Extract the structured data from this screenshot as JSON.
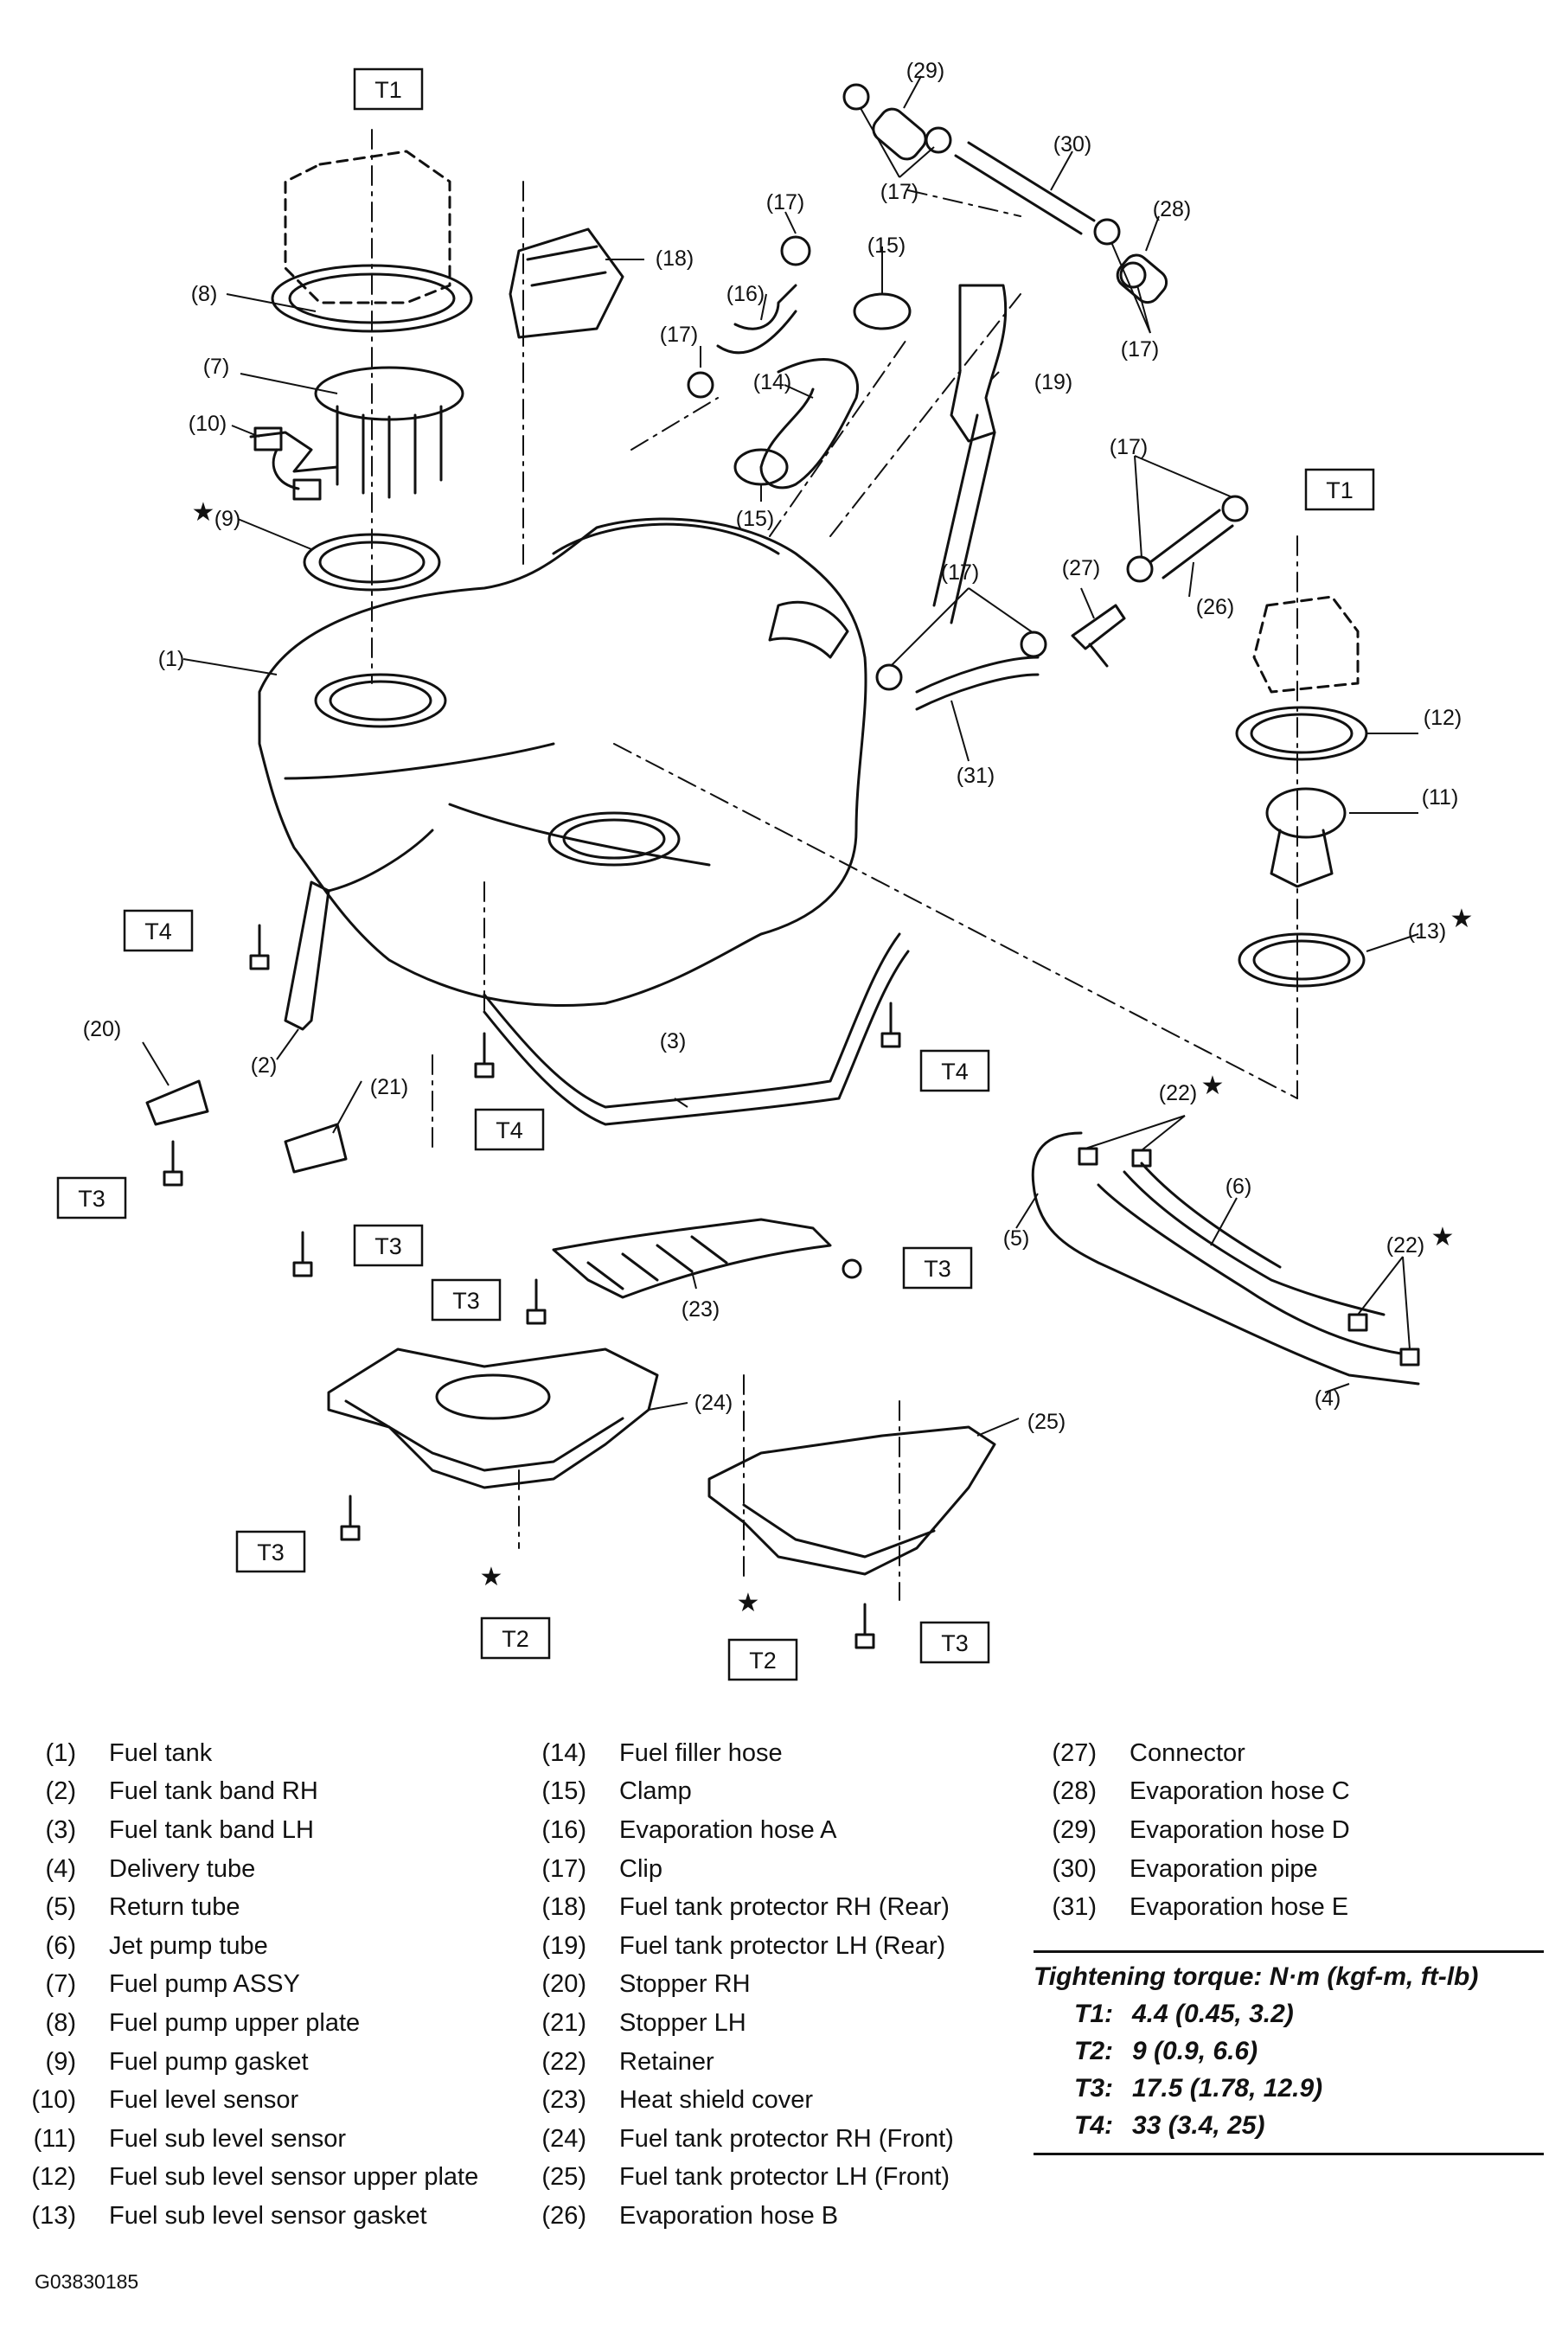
{
  "figure_id": "G03830185",
  "legend": [
    {
      "num": "(1)",
      "name": "Fuel tank"
    },
    {
      "num": "(2)",
      "name": "Fuel tank band RH"
    },
    {
      "num": "(3)",
      "name": "Fuel tank band LH"
    },
    {
      "num": "(4)",
      "name": "Delivery tube"
    },
    {
      "num": "(5)",
      "name": "Return tube"
    },
    {
      "num": "(6)",
      "name": "Jet pump tube"
    },
    {
      "num": "(7)",
      "name": "Fuel pump ASSY"
    },
    {
      "num": "(8)",
      "name": "Fuel pump upper plate"
    },
    {
      "num": "(9)",
      "name": "Fuel pump gasket"
    },
    {
      "num": "(10)",
      "name": "Fuel level sensor"
    },
    {
      "num": "(11)",
      "name": "Fuel sub level sensor"
    },
    {
      "num": "(12)",
      "name": "Fuel sub level sensor upper plate"
    },
    {
      "num": "(13)",
      "name": "Fuel sub level sensor gasket"
    },
    {
      "num": "(14)",
      "name": "Fuel filler hose"
    },
    {
      "num": "(15)",
      "name": "Clamp"
    },
    {
      "num": "(16)",
      "name": "Evaporation hose A"
    },
    {
      "num": "(17)",
      "name": "Clip"
    },
    {
      "num": "(18)",
      "name": "Fuel tank protector RH (Rear)"
    },
    {
      "num": "(19)",
      "name": "Fuel tank protector LH (Rear)"
    },
    {
      "num": "(20)",
      "name": "Stopper RH"
    },
    {
      "num": "(21)",
      "name": "Stopper LH"
    },
    {
      "num": "(22)",
      "name": "Retainer"
    },
    {
      "num": "(23)",
      "name": "Heat shield cover"
    },
    {
      "num": "(24)",
      "name": "Fuel tank protector RH (Front)"
    },
    {
      "num": "(25)",
      "name": "Fuel tank protector LH (Front)"
    },
    {
      "num": "(26)",
      "name": "Evaporation hose B"
    },
    {
      "num": "(27)",
      "name": "Connector"
    },
    {
      "num": "(28)",
      "name": "Evaporation hose C"
    },
    {
      "num": "(29)",
      "name": "Evaporation hose D"
    },
    {
      "num": "(30)",
      "name": "Evaporation pipe"
    },
    {
      "num": "(31)",
      "name": "Evaporation hose E"
    }
  ],
  "torque": {
    "heading": "Tightening torque: N·m (kgf-m, ft-lb)",
    "rows": [
      {
        "key": "T1:",
        "value": "4.4 (0.45, 3.2)"
      },
      {
        "key": "T2:",
        "value": "9 (0.9, 6.6)"
      },
      {
        "key": "T3:",
        "value": "17.5 (1.78, 12.9)"
      },
      {
        "key": "T4:",
        "value": "33 (3.4, 25)"
      }
    ]
  },
  "callouts": [
    {
      "label": "(1)"
    },
    {
      "label": "(2)"
    },
    {
      "label": "(3)"
    },
    {
      "label": "(4)"
    },
    {
      "label": "(5)"
    },
    {
      "label": "(6)"
    },
    {
      "label": "(7)"
    },
    {
      "label": "(8)"
    },
    {
      "label": "(9)"
    },
    {
      "label": "(10)"
    },
    {
      "label": "(11)"
    },
    {
      "label": "(12)"
    },
    {
      "label": "(13)"
    },
    {
      "label": "(14)"
    },
    {
      "label": "(15)"
    },
    {
      "label": "(15)"
    },
    {
      "label": "(16)"
    },
    {
      "label": "(17)"
    },
    {
      "label": "(17)"
    },
    {
      "label": "(17)"
    },
    {
      "label": "(17)"
    },
    {
      "label": "(17)"
    },
    {
      "label": "(17)"
    },
    {
      "label": "(18)"
    },
    {
      "label": "(19)"
    },
    {
      "label": "(20)"
    },
    {
      "label": "(21)"
    },
    {
      "label": "(22)"
    },
    {
      "label": "(22)"
    },
    {
      "label": "(23)"
    },
    {
      "label": "(24)"
    },
    {
      "label": "(25)"
    },
    {
      "label": "(26)"
    },
    {
      "label": "(27)"
    },
    {
      "label": "(28)"
    },
    {
      "label": "(29)"
    },
    {
      "label": "(30)"
    },
    {
      "label": "(31)"
    }
  ],
  "torque_boxes": [
    {
      "label": "T1"
    },
    {
      "label": "T1"
    },
    {
      "label": "T4"
    },
    {
      "label": "T4"
    },
    {
      "label": "T4"
    },
    {
      "label": "T3"
    },
    {
      "label": "T3"
    },
    {
      "label": "T3"
    },
    {
      "label": "T3"
    },
    {
      "label": "T3"
    },
    {
      "label": "T3"
    },
    {
      "label": "T2"
    },
    {
      "label": "T2"
    }
  ],
  "star_symbol": "★"
}
